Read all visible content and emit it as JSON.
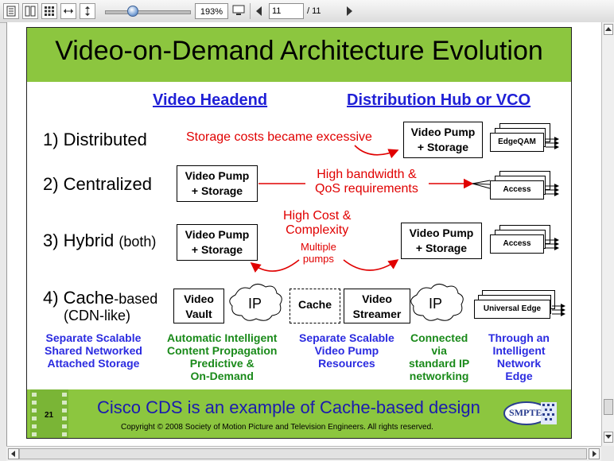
{
  "toolbar": {
    "zoom_value": "193%",
    "page_current": "11",
    "page_total": "/ 11"
  },
  "slide": {
    "title": "Video-on-Demand Architecture Evolution",
    "header_left": "Video Headend",
    "header_right": "Distribution Hub or VCO",
    "rows": {
      "r1_label": "1) Distributed",
      "r2_label": "2) Centralized",
      "r3_label_main": "3) Hybrid",
      "r3_label_sub": "(both)",
      "r4_label_main": "4) Cache",
      "r4_label_suffix": "-based",
      "r4_label_sub": "(CDN-like)"
    },
    "notes": {
      "storage_costs": "Storage costs became excessive",
      "bandwidth_1": "High bandwidth &",
      "bandwidth_2": "QoS requirements",
      "cost_1": "High Cost &",
      "cost_2": "Complexity",
      "pumps_1": "Multiple",
      "pumps_2": "pumps"
    },
    "boxes": {
      "video_pump": "Video Pump",
      "storage": "+ Storage",
      "edgeqam": "EdgeQAM",
      "access": "Access",
      "video": "Video",
      "vault": "Vault",
      "ip": "IP",
      "cache": "Cache",
      "streamer": "Streamer",
      "universal_edge": "Universal Edge"
    },
    "captions": {
      "c1": [
        "Separate Scalable",
        "Shared Networked",
        "Attached Storage"
      ],
      "c2": [
        "Automatic Intelligent",
        "Content Propagation",
        "Predictive &",
        "On-Demand"
      ],
      "c3": [
        "Separate Scalable",
        "Video Pump",
        "Resources"
      ],
      "c4": [
        "Connected",
        "via",
        "standard IP",
        "networking"
      ],
      "c5": [
        "Through an",
        "Intelligent",
        "Network",
        "Edge"
      ]
    },
    "footer": {
      "page_number": "21",
      "tagline": "Cisco CDS is an example of Cache-based design",
      "copyright": "Copyright © 2008 Society of Motion Picture and Television Engineers. All rights reserved.",
      "logo_text": "SMPTE"
    }
  },
  "colors": {
    "banner_green": "#8cc63f",
    "note_red": "#e00000",
    "header_blue": "#1f1fd6",
    "caption_green": "#1a8a1a"
  }
}
